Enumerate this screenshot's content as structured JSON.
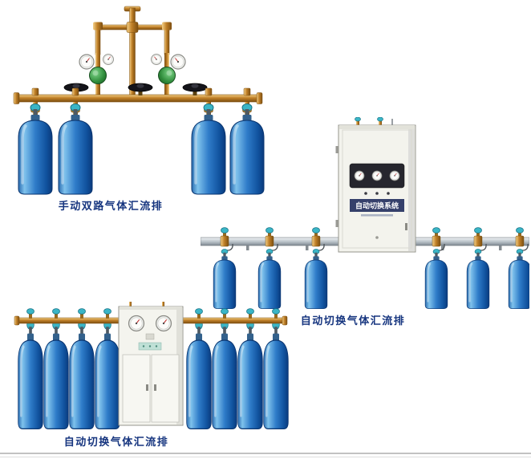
{
  "page": {
    "background": "#ffffff",
    "divider_color": "#c2c2c2"
  },
  "products": [
    {
      "id": "manual-dual-manifold",
      "caption": "手动双路气体汇流排",
      "cylinders": 4
    },
    {
      "id": "auto-switch-manifold-a",
      "caption": "自动切换气体汇流排",
      "cabinet_title": "自动切换系统",
      "cylinders": 6
    },
    {
      "id": "auto-switch-manifold-b",
      "caption": "自动切换气体汇流排",
      "cylinders": 8
    }
  ],
  "colors": {
    "caption_text": "#16357f",
    "cylinder_blue": "#2f7cc9",
    "brass_pipe": "#c08028",
    "silver_pipe": "#bcc5cb",
    "valve_teal": "#3ab5c6",
    "regulator_green": "#2e8b3a",
    "cabinet_body": "#f3f3ed"
  }
}
